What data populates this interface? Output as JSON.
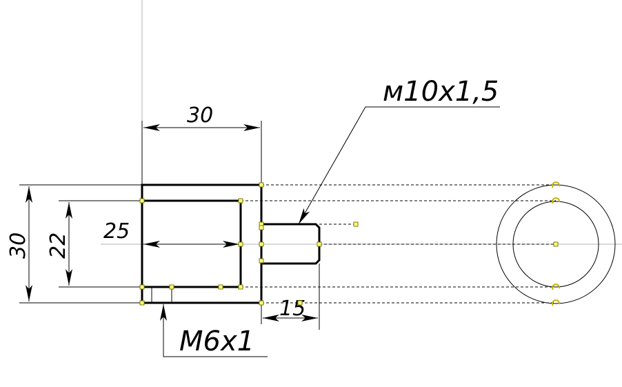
{
  "dimensions": {
    "top_width": "30",
    "left_height": "30",
    "inner_height": "22",
    "inner_depth": "25",
    "shaft_length": "15"
  },
  "threads": {
    "shaft_thread": "м10х1,5",
    "hole_thread": "M6x1"
  },
  "colors": {
    "outline": "#000000",
    "axis": "#b0b0b0",
    "handle": "#ffff80",
    "handle_border": "#7a7a00"
  }
}
